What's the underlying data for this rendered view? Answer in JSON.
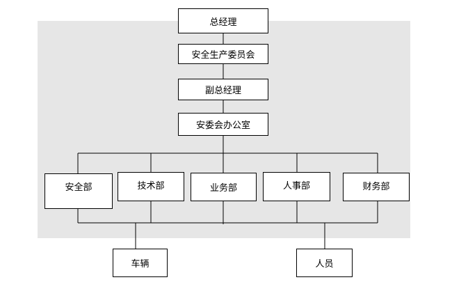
{
  "org": {
    "gm": "总经理",
    "safety_committee": "安全生产委员会",
    "deputy_gm": "副总经理",
    "committee_office": "安委会办公室",
    "departments": [
      {
        "label": "安全部"
      },
      {
        "label": "技术部"
      },
      {
        "label": "业务部"
      },
      {
        "label": "人事部"
      },
      {
        "label": "财务部"
      }
    ],
    "bottom": [
      {
        "label": "车辆"
      },
      {
        "label": "人员"
      }
    ]
  },
  "colors": {
    "background_panel": "#e6e6e6",
    "box_fill": "#ffffff",
    "stroke": "#000000"
  }
}
